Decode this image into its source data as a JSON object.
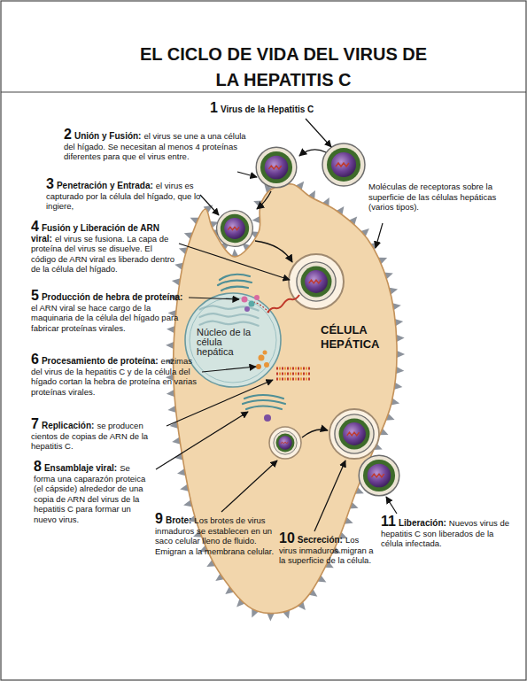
{
  "diagram": {
    "title": "EL CICLO DE VIDA DEL VIRUS DE LA HEPATITIS C",
    "nodes": [
      {
        "text": [
          "CÉLULA HEPÁTICA"
        ]
      },
      {
        "text": [
          "Núcleo de la célula hepática"
        ],
        "in": 0
      }
    ],
    "labels": [
      "1",
      "Virus de la Hepatitis C",
      "2",
      "Unión y Fusión:",
      "el virus se une a una célula del hígado. Se necesitan al menos 4 proteínas diferentes para que el virus entre.",
      "3",
      "Penetración y Entrada:",
      "el virus es capturado por la célula del hígado, que lo ingiere,",
      "4",
      "Fusión y Liberación de ARN viral:",
      "el virus se fusiona. La capa de proteína del virus se disuelve. El código de ARN viral es liberado dentro de la célula del hígado.",
      "5",
      "Producción de hebra de proteína:",
      "el ARN viral se hace cargo de la maquinaria de la célula del hígado para fabricar proteínas virales.",
      "6",
      "Procesamiento de proteína:",
      "enzimas del virus de la hepatitis C y de la célula del hígado cortan la hebra de proteína en varias proteínas virales.",
      "7",
      "Replicación:",
      "se producen cientos de copias de ARN de la hepatitis C.",
      "8",
      "Ensamblaje viral:",
      "Se forma una caparazón proteica (el cápside) alrededor de una copia de ARN del virus de la hepatitis C para formar un nuevo virus.",
      "9",
      "Brote:",
      "Los brotes de virus inmaduros se establecen en un saco celular lleno de fluido. Emigran a la membrana celular.",
      "10",
      "Secreción:",
      "Los virus inmaduros migran a la superficie de la célula.",
      "11",
      "Liberación:",
      "Nuevos virus de hepatitis C son liberados de la célula infectada.",
      "Moléculas de receptoras sobre la superficie de las células hepáticas (varios tipos)."
    ]
  }
}
